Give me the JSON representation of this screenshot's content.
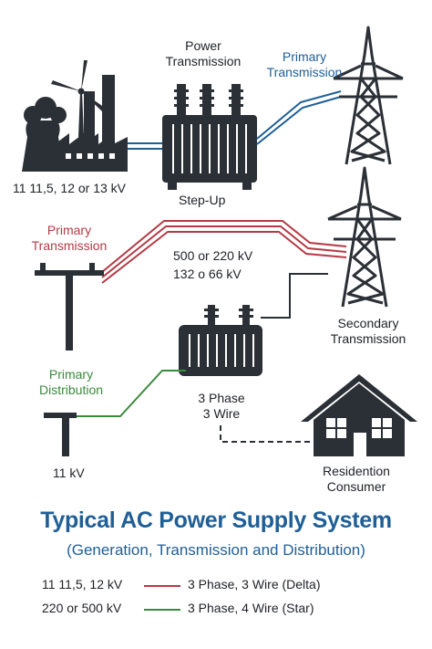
{
  "colors": {
    "dark": "#2b2f36",
    "blue": "#1f5f96",
    "red": "#b53a46",
    "green": "#3c8a3e"
  },
  "labels": {
    "generation_voltage": "11 11,5, 12 or 13 kV",
    "power_transmission_line1": "Power",
    "power_transmission_line2": "Transmission",
    "step_up": "Step-Up",
    "primary_transmission_top_line1": "Primary",
    "primary_transmission_top_line2": "Transmission",
    "primary_transmission_mid_line1": "Primary",
    "primary_transmission_mid_line2": "Transmission",
    "transmission_voltage_line1": "500 or 220 kV",
    "transmission_voltage_line2": "132 o 66 kV",
    "secondary_transmission_line1": "Secondary",
    "secondary_transmission_line2": "Transmission",
    "primary_distribution_line1": "Primary",
    "primary_distribution_line2": "Distribution",
    "phase_wire_line1": "3  Phase",
    "phase_wire_line2": "3 Wire",
    "distribution_voltage": "11 kV",
    "consumer_line1": "Residention",
    "consumer_line2": "Consumer"
  },
  "title": "Typical AC Power Supply System",
  "subtitle": "(Generation, Transmission and Distribution)",
  "legend": [
    {
      "voltage": "11 11,5, 12 kV",
      "description": "3 Phase, 3 Wire (Delta)",
      "color": "#b53a46"
    },
    {
      "voltage": "220 or 500 kV",
      "description": "3 Phase, 4 Wire (Star)",
      "color": "#3c8a3e"
    }
  ],
  "icons": [
    "power-plant-icon",
    "wind-turbine-icon",
    "step-up-transformer-icon",
    "transmission-tower-icon",
    "utility-pole-icon",
    "distribution-transformer-icon",
    "house-icon"
  ]
}
